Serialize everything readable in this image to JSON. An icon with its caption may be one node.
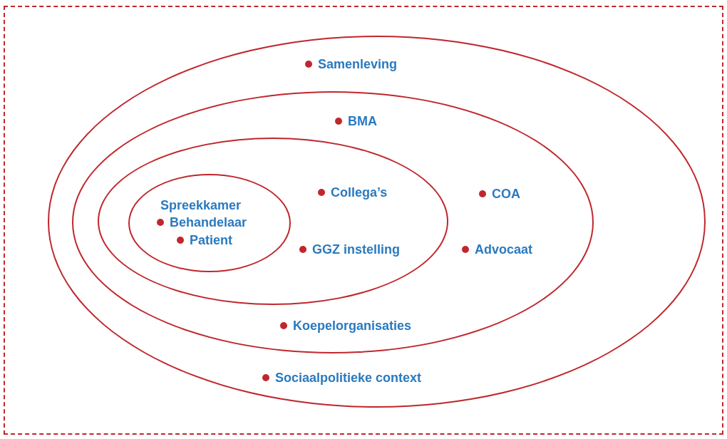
{
  "diagram": {
    "nodes": [
      {
        "text": [
          "Samenleving",
          "Sociaalpolitieke context"
        ]
      },
      {
        "text": [
          "BMA",
          "COA",
          "Advocaat",
          "Koepelorganisaties"
        ],
        "in": 0
      },
      {
        "text": [
          "Collega’s",
          "GGZ instelling"
        ],
        "in": 1
      },
      {
        "text": [
          "Spreekkamer",
          "Behandelaar",
          "Patient"
        ],
        "in": 2
      }
    ]
  }
}
